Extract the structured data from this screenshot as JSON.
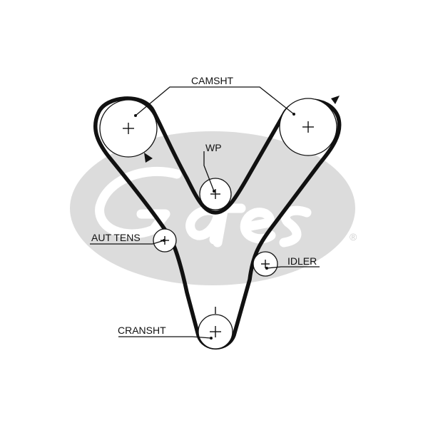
{
  "diagram": {
    "brand_logo_text": "Gates",
    "registered_mark": "®",
    "labels": {
      "camshaft": "CAMSHT",
      "water_pump": "WP",
      "auto_tensioner": "AUT TENS",
      "idler": "IDLER",
      "crankshaft": "CRANSHT"
    },
    "colors": {
      "ink": "#111111",
      "watermark": "#dcdcdc",
      "background": "#ffffff"
    }
  }
}
